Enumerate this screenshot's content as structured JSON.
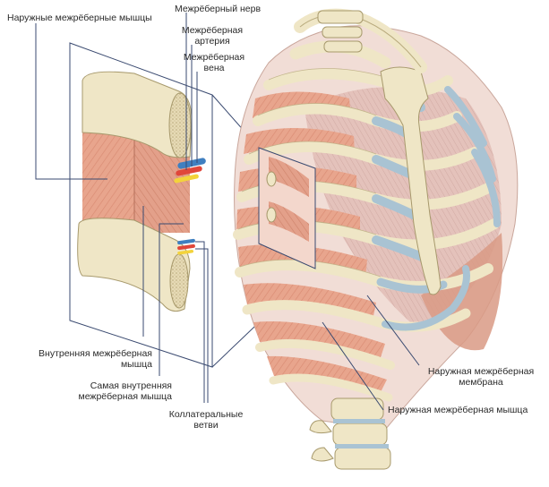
{
  "labels": {
    "external_intercostal_muscles": "Наружные межрёберные мышцы",
    "intercostal_nerve": "Межрёберный нерв",
    "intercostal_artery": "Межрёберная\nартерия",
    "intercostal_vein": "Межрёберная\nвена",
    "internal_intercostal_muscle": "Внутренняя межрёберная\nмышца",
    "innermost_intercostal_muscle": "Самая внутренняя\nмежрёберная мышца",
    "collateral_branches": "Коллатеральные\nветви",
    "external_intercostal_membrane": "Наружная межрёберная\nмембрана",
    "external_intercostal_muscle": "Наружная межрёберная мышца"
  },
  "colors": {
    "muscle": "#e8a58d",
    "muscle_dark": "#d9866d",
    "bone": "#efe6c6",
    "bone_edge": "#b9ab7e",
    "cartilage": "#a9c3d3",
    "membrane": "#dcbcb5",
    "nerve": "#f3d33b",
    "artery": "#e0463a",
    "vein": "#3f7fc0",
    "leader": "#3a4a70"
  }
}
